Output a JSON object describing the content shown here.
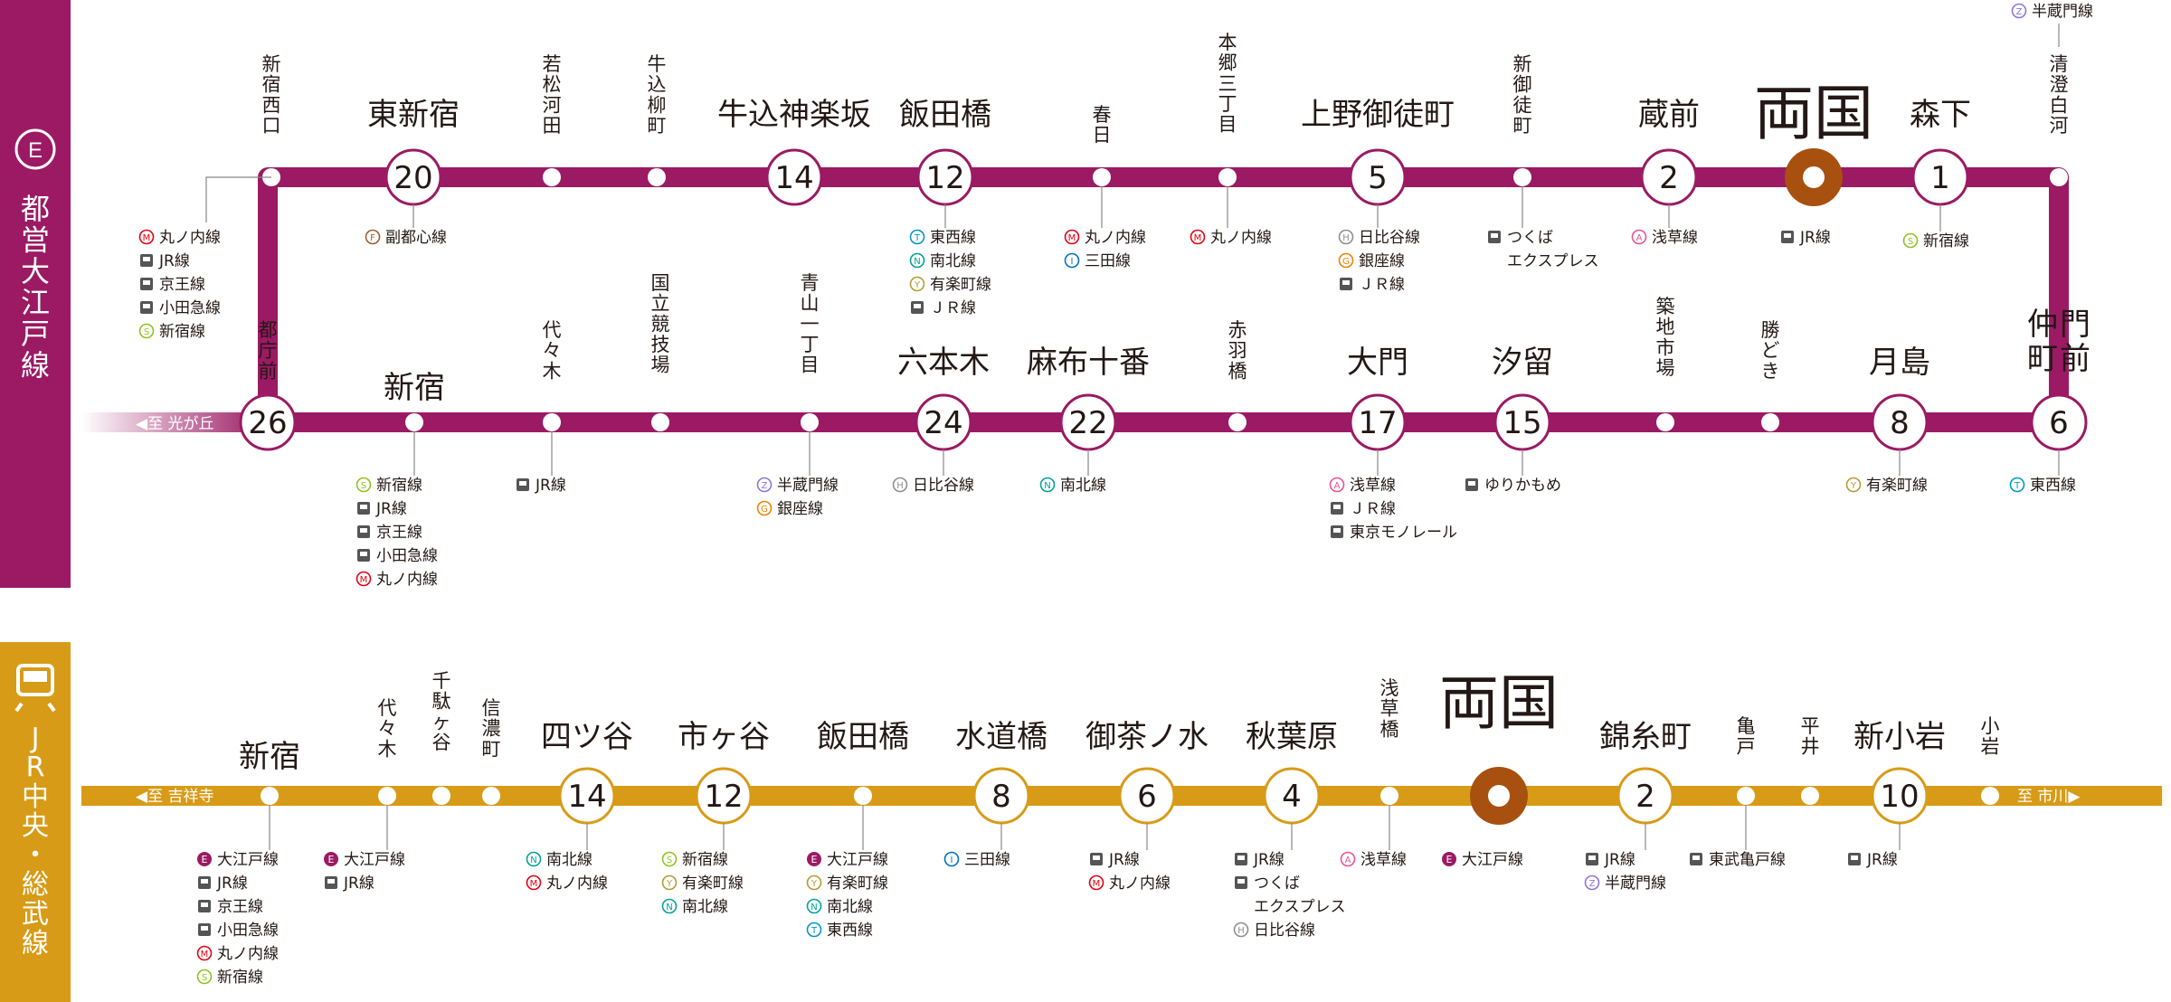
{
  "colors": {
    "oedo": "#9B1A63",
    "jr": "#D89B17",
    "ryogoku": "#A8500F",
    "text": "#231815"
  },
  "oedo": {
    "badge_letter": "E",
    "name": "都営大江戸線",
    "to_hikarigaoka": "◀至 光が丘",
    "stations": [
      {
        "id": "shinjuku-nishiguchi",
        "name": "新宿西口"
      },
      {
        "id": "higashi-shinjuku",
        "name": "東新宿",
        "num": "20",
        "conns": [
          {
            "c": "F",
            "t": "副都心線"
          }
        ]
      },
      {
        "id": "wakamatsu-kawada",
        "name": "若松河田"
      },
      {
        "id": "ushigome-yanagicho",
        "name": "牛込柳町"
      },
      {
        "id": "ushigome-kagurazaka",
        "name": "牛込神楽坂",
        "num": "14"
      },
      {
        "id": "iidabashi",
        "name": "飯田橋",
        "num": "12",
        "conns": [
          {
            "c": "T",
            "t": "東西線"
          },
          {
            "c": "N",
            "t": "南北線"
          },
          {
            "c": "Y",
            "t": "有楽町線"
          },
          {
            "c": "JR",
            "t": "ＪＲ線"
          }
        ]
      },
      {
        "id": "kasuga",
        "name": "春日",
        "conns": [
          {
            "c": "M",
            "t": "丸ノ内線"
          },
          {
            "c": "I",
            "t": "三田線"
          }
        ]
      },
      {
        "id": "hongo-sanchome",
        "name": "本郷三丁目",
        "conns": [
          {
            "c": "M",
            "t": "丸ノ内線"
          }
        ]
      },
      {
        "id": "ueno-okachimachi",
        "name": "上野御徒町",
        "num": "5",
        "conns": [
          {
            "c": "H",
            "t": "日比谷線"
          },
          {
            "c": "G",
            "t": "銀座線"
          },
          {
            "c": "JR",
            "t": "ＪＲ線"
          }
        ]
      },
      {
        "id": "shin-okachimachi",
        "name": "新御徒町",
        "conns": [
          {
            "c": "JR",
            "t": "つくば"
          },
          {
            "t": "エクスプレス"
          }
        ]
      },
      {
        "id": "kuramae",
        "name": "蔵前",
        "num": "2",
        "conns": [
          {
            "c": "A",
            "t": "浅草線"
          }
        ]
      },
      {
        "id": "ryogoku",
        "name": "両国",
        "conns": [
          {
            "c": "JR",
            "t": "JR線"
          }
        ]
      },
      {
        "id": "morishita",
        "name": "森下",
        "num": "1",
        "conns": [
          {
            "c": "S",
            "t": "新宿線"
          }
        ]
      },
      {
        "id": "kiyosumi-shirakawa",
        "name": "清澄白河",
        "conns": [
          {
            "c": "Z",
            "t": "半蔵門線"
          }
        ]
      },
      {
        "id": "tocho-mae",
        "name": "都庁前",
        "num": "26"
      },
      {
        "id": "shinjuku",
        "name": "新宿",
        "conns": [
          {
            "c": "S",
            "t": "新宿線"
          },
          {
            "c": "JR",
            "t": "JR線"
          },
          {
            "c": "JR",
            "t": "京王線"
          },
          {
            "c": "JR",
            "t": "小田急線"
          },
          {
            "c": "M",
            "t": "丸ノ内線"
          }
        ]
      },
      {
        "id": "yoyogi",
        "name": "代々木",
        "conns": [
          {
            "c": "JR",
            "t": "JR線"
          }
        ]
      },
      {
        "id": "kokuritsu-kyogijo",
        "name": "国立競技場"
      },
      {
        "id": "aoyama-itchome",
        "name": "青山一丁目",
        "conns": [
          {
            "c": "Z",
            "t": "半蔵門線"
          },
          {
            "c": "G",
            "t": "銀座線"
          }
        ]
      },
      {
        "id": "roppongi",
        "name": "六本木",
        "num": "24",
        "conns": [
          {
            "c": "H",
            "t": "日比谷線"
          }
        ]
      },
      {
        "id": "azabu-juban",
        "name": "麻布十番",
        "num": "22",
        "conns": [
          {
            "c": "N",
            "t": "南北線"
          }
        ]
      },
      {
        "id": "akabanebashi",
        "name": "赤羽橋"
      },
      {
        "id": "daimon",
        "name": "大門",
        "num": "17",
        "conns": [
          {
            "c": "A",
            "t": "浅草線"
          },
          {
            "c": "JR",
            "t": "ＪＲ線"
          },
          {
            "c": "JR",
            "t": "東京モノレール"
          }
        ]
      },
      {
        "id": "shiodome",
        "name": "汐留",
        "num": "15",
        "conns": [
          {
            "c": "JR",
            "t": "ゆりかもめ"
          }
        ]
      },
      {
        "id": "tsukiji-shijo",
        "name": "築地市場"
      },
      {
        "id": "kachidoki",
        "name": "勝どき"
      },
      {
        "id": "tsukishima",
        "name": "月島",
        "num": "8",
        "conns": [
          {
            "c": "Y",
            "t": "有楽町線"
          }
        ]
      },
      {
        "id": "monzen-nakacho",
        "name": "門前仲町",
        "num": "6",
        "conns": [
          {
            "c": "T",
            "t": "東西線"
          }
        ]
      }
    ],
    "nishiguchi_conns": [
      {
        "c": "M",
        "t": "丸ノ内線"
      },
      {
        "c": "JR",
        "t": "JR線"
      },
      {
        "c": "JR",
        "t": "京王線"
      },
      {
        "c": "JR",
        "t": "小田急線"
      },
      {
        "c": "S",
        "t": "新宿線"
      }
    ]
  },
  "jr": {
    "name": "JR中央・総武線",
    "to_kichijoji": "◀至 吉祥寺",
    "to_ichikawa": "至 市川▶",
    "stations": [
      {
        "id": "shinjuku",
        "name": "新宿",
        "conns": [
          {
            "c": "E",
            "t": "大江戸線"
          },
          {
            "c": "JR",
            "t": "JR線"
          },
          {
            "c": "JR",
            "t": "京王線"
          },
          {
            "c": "JR",
            "t": "小田急線"
          },
          {
            "c": "M",
            "t": "丸ノ内線"
          },
          {
            "c": "S",
            "t": "新宿線"
          }
        ]
      },
      {
        "id": "yoyogi",
        "name": "代々木",
        "conns": [
          {
            "c": "E",
            "t": "大江戸線"
          },
          {
            "c": "JR",
            "t": "JR線"
          }
        ]
      },
      {
        "id": "sendagaya",
        "name": "千駄ヶ谷"
      },
      {
        "id": "shinanomachi",
        "name": "信濃町"
      },
      {
        "id": "yotsuya",
        "name": "四ツ谷",
        "num": "14",
        "conns": [
          {
            "c": "N",
            "t": "南北線"
          },
          {
            "c": "M",
            "t": "丸ノ内線"
          }
        ]
      },
      {
        "id": "ichigaya",
        "name": "市ヶ谷",
        "num": "12",
        "conns": [
          {
            "c": "S",
            "t": "新宿線"
          },
          {
            "c": "Y",
            "t": "有楽町線"
          },
          {
            "c": "N",
            "t": "南北線"
          }
        ]
      },
      {
        "id": "iidabashi",
        "name": "飯田橋",
        "conns": [
          {
            "c": "E",
            "t": "大江戸線"
          },
          {
            "c": "Y",
            "t": "有楽町線"
          },
          {
            "c": "N",
            "t": "南北線"
          },
          {
            "c": "T",
            "t": "東西線"
          }
        ]
      },
      {
        "id": "suidobashi",
        "name": "水道橋",
        "num": "8",
        "conns": [
          {
            "c": "I",
            "t": "三田線"
          }
        ]
      },
      {
        "id": "ochanomizu",
        "name": "御茶ノ水",
        "num": "6",
        "conns": [
          {
            "c": "JR",
            "t": "JR線"
          },
          {
            "c": "M",
            "t": "丸ノ内線"
          }
        ]
      },
      {
        "id": "akihabara",
        "name": "秋葉原",
        "num": "4",
        "conns": [
          {
            "c": "JR",
            "t": "JR線"
          },
          {
            "c": "JR",
            "t": "つくば"
          },
          {
            "t": "エクスプレス"
          },
          {
            "c": "H",
            "t": "日比谷線"
          }
        ]
      },
      {
        "id": "asakusabashi",
        "name": "浅草橋",
        "conns": [
          {
            "c": "A",
            "t": "浅草線"
          }
        ]
      },
      {
        "id": "ryogoku",
        "name": "両国",
        "conns": [
          {
            "c": "E",
            "t": "大江戸線"
          }
        ]
      },
      {
        "id": "kinshicho",
        "name": "錦糸町",
        "num": "2",
        "conns": [
          {
            "c": "JR",
            "t": "JR線"
          },
          {
            "c": "Z",
            "t": "半蔵門線"
          }
        ]
      },
      {
        "id": "kameido",
        "name": "亀戸",
        "conns": [
          {
            "c": "JR",
            "t": "東武亀戸線"
          }
        ]
      },
      {
        "id": "hirai",
        "name": "平井"
      },
      {
        "id": "shin-koiwa",
        "name": "新小岩",
        "num": "10",
        "conns": [
          {
            "c": "JR",
            "t": "JR線"
          }
        ]
      },
      {
        "id": "koiwa",
        "name": "小岩"
      }
    ]
  }
}
